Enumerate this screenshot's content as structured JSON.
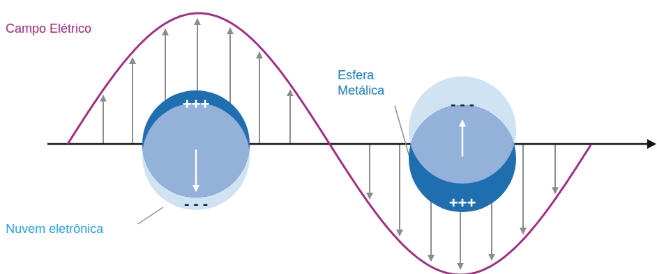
{
  "diagram": {
    "nodes": [
      {
        "text": [
          "+++",
          "- - -"
        ]
      },
      {
        "text": [
          "- - -",
          "+++"
        ]
      }
    ],
    "labels": [
      "Campo Elétrico",
      "Esfera Metálica",
      "Nuvem eletrônica"
    ]
  }
}
